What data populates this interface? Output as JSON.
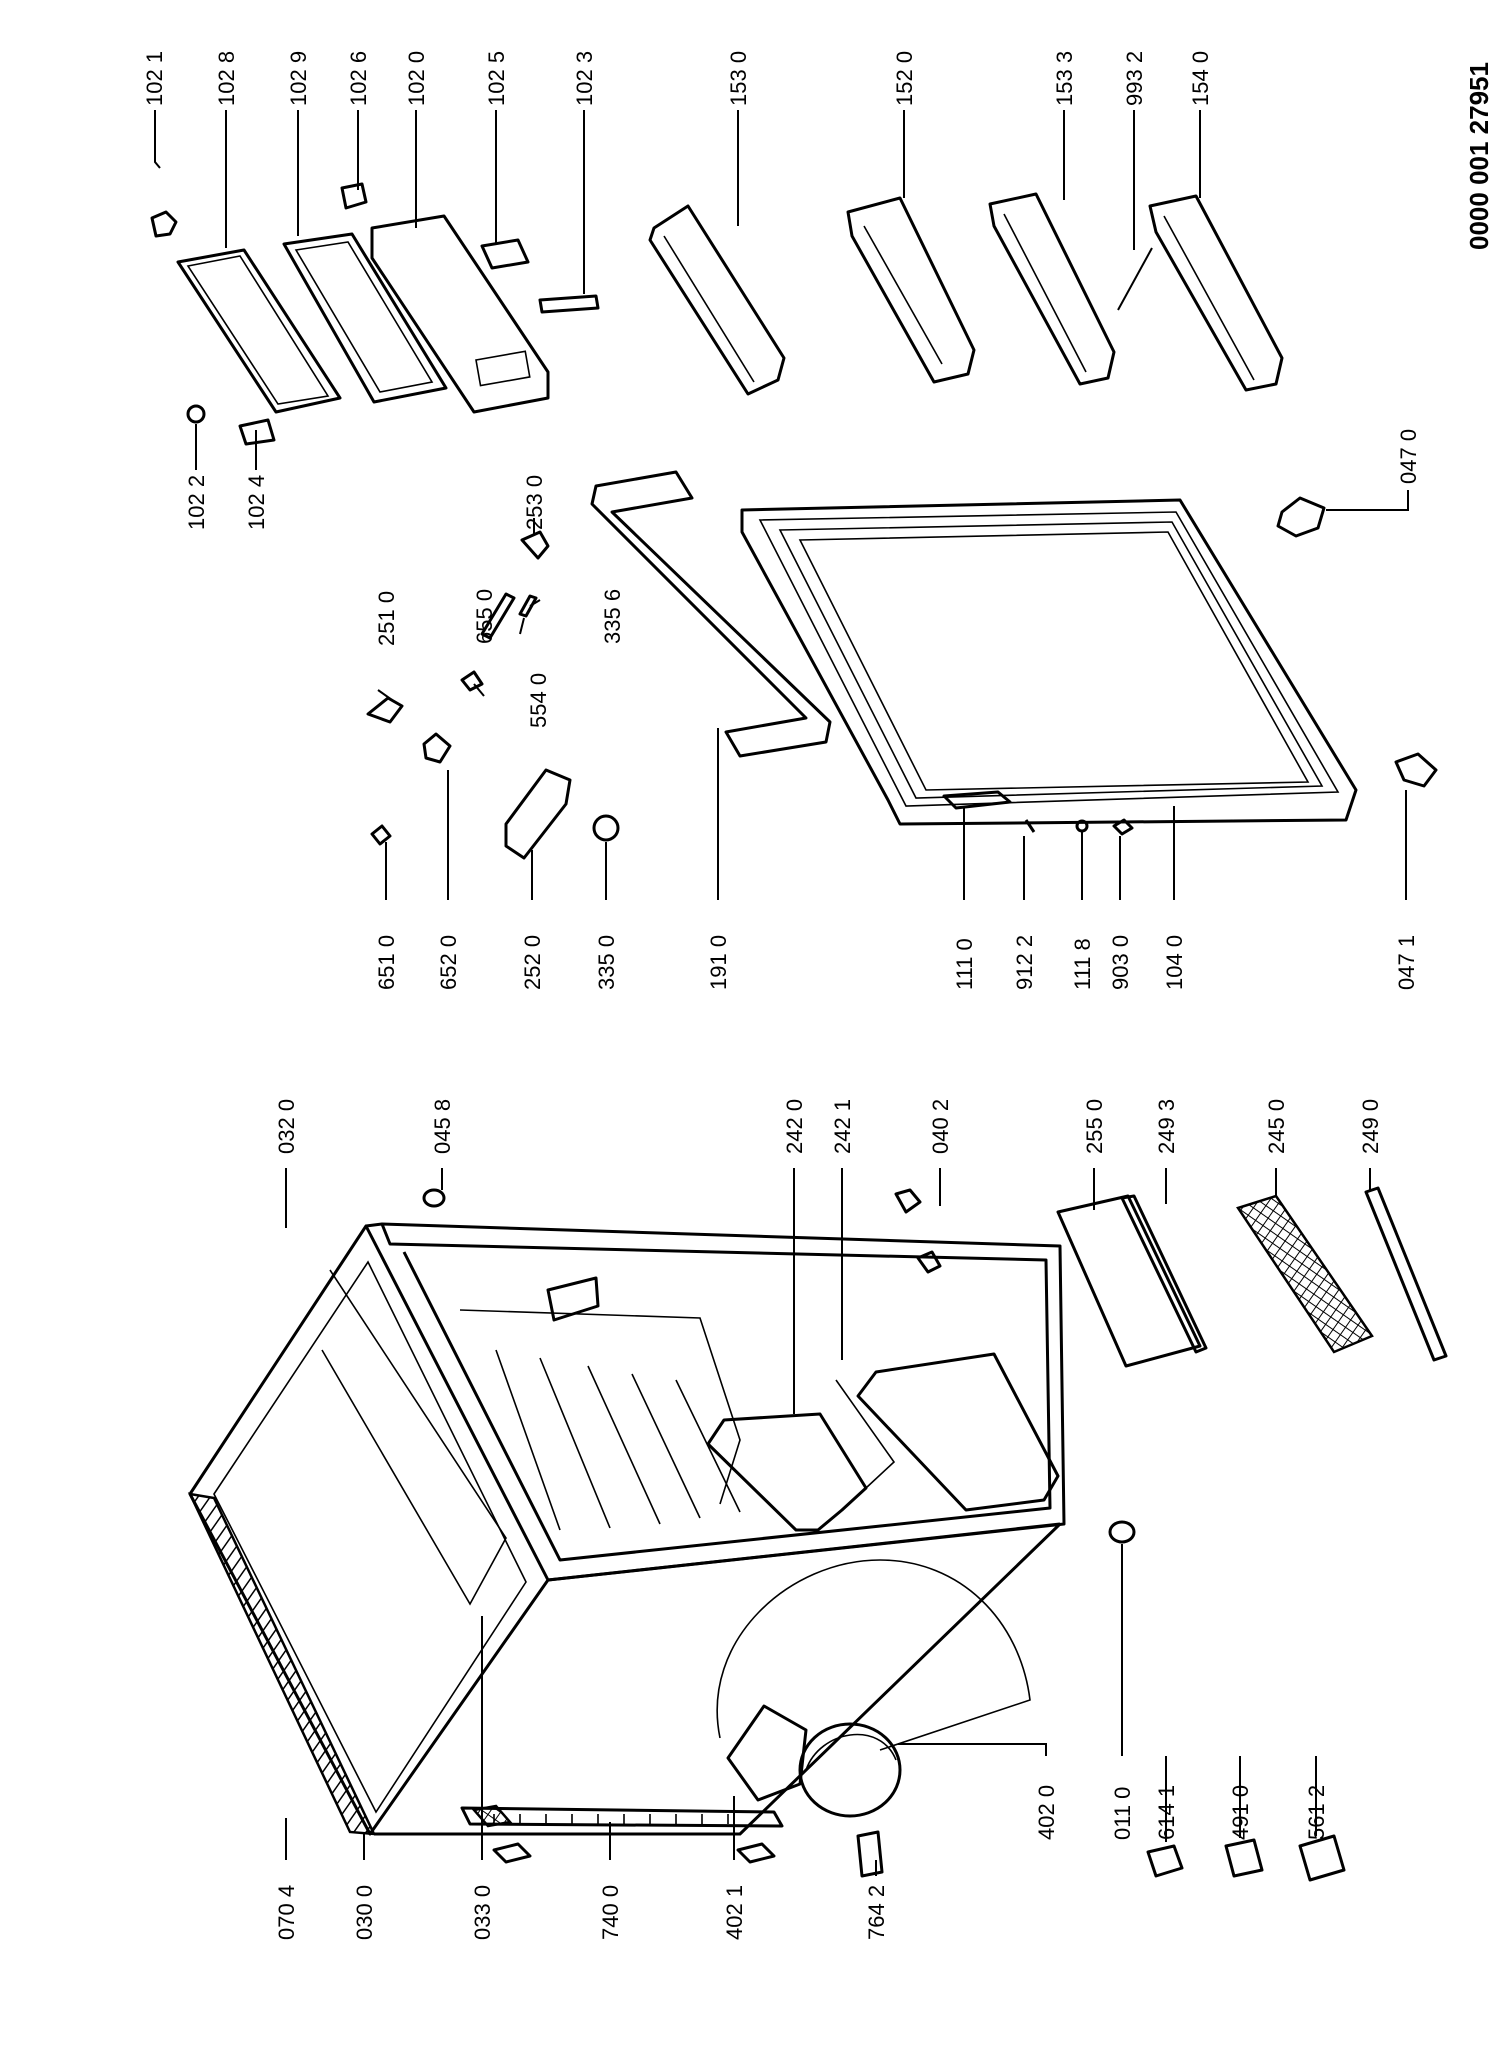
{
  "document_number": "0000 001 27951",
  "labels": {
    "l_1021": "102 1",
    "l_1028": "102 8",
    "l_1029": "102 9",
    "l_1026": "102 6",
    "l_1020": "102 0",
    "l_1025": "102 5",
    "l_1023": "102 3",
    "l_1530": "153 0",
    "l_1520": "152 0",
    "l_1533": "153 3",
    "l_9932": "993 2",
    "l_1540": "154 0",
    "l_1022": "102 2",
    "l_1024": "102 4",
    "l_2530": "253 0",
    "l_2510": "251 0",
    "l_6550": "655 0",
    "l_3356": "335 6",
    "l_5540": "554 0",
    "l_0470": "047 0",
    "l_0471": "047 1",
    "l_6510": "651 0",
    "l_6520": "652 0",
    "l_2520": "252 0",
    "l_3350": "335 0",
    "l_1910": "191 0",
    "l_1110": "111 0",
    "l_9122": "912 2",
    "l_1118": "111 8",
    "l_9030": "903 0",
    "l_1040": "104 0",
    "l_0320": "032 0",
    "l_0458": "045 8",
    "l_2420": "242 0",
    "l_2421": "242 1",
    "l_0402": "040 2",
    "l_2550": "255 0",
    "l_2493": "249 3",
    "l_2450": "245 0",
    "l_2490": "249 0",
    "l_0704": "070 4",
    "l_0300": "030 0",
    "l_0330": "033 0",
    "l_7400": "740 0",
    "l_4021": "402 1",
    "l_7642": "764 2",
    "l_4020": "402 0",
    "l_0110": "011 0",
    "l_6141": "614 1",
    "l_4910": "491 0",
    "l_5612": "561 2"
  }
}
